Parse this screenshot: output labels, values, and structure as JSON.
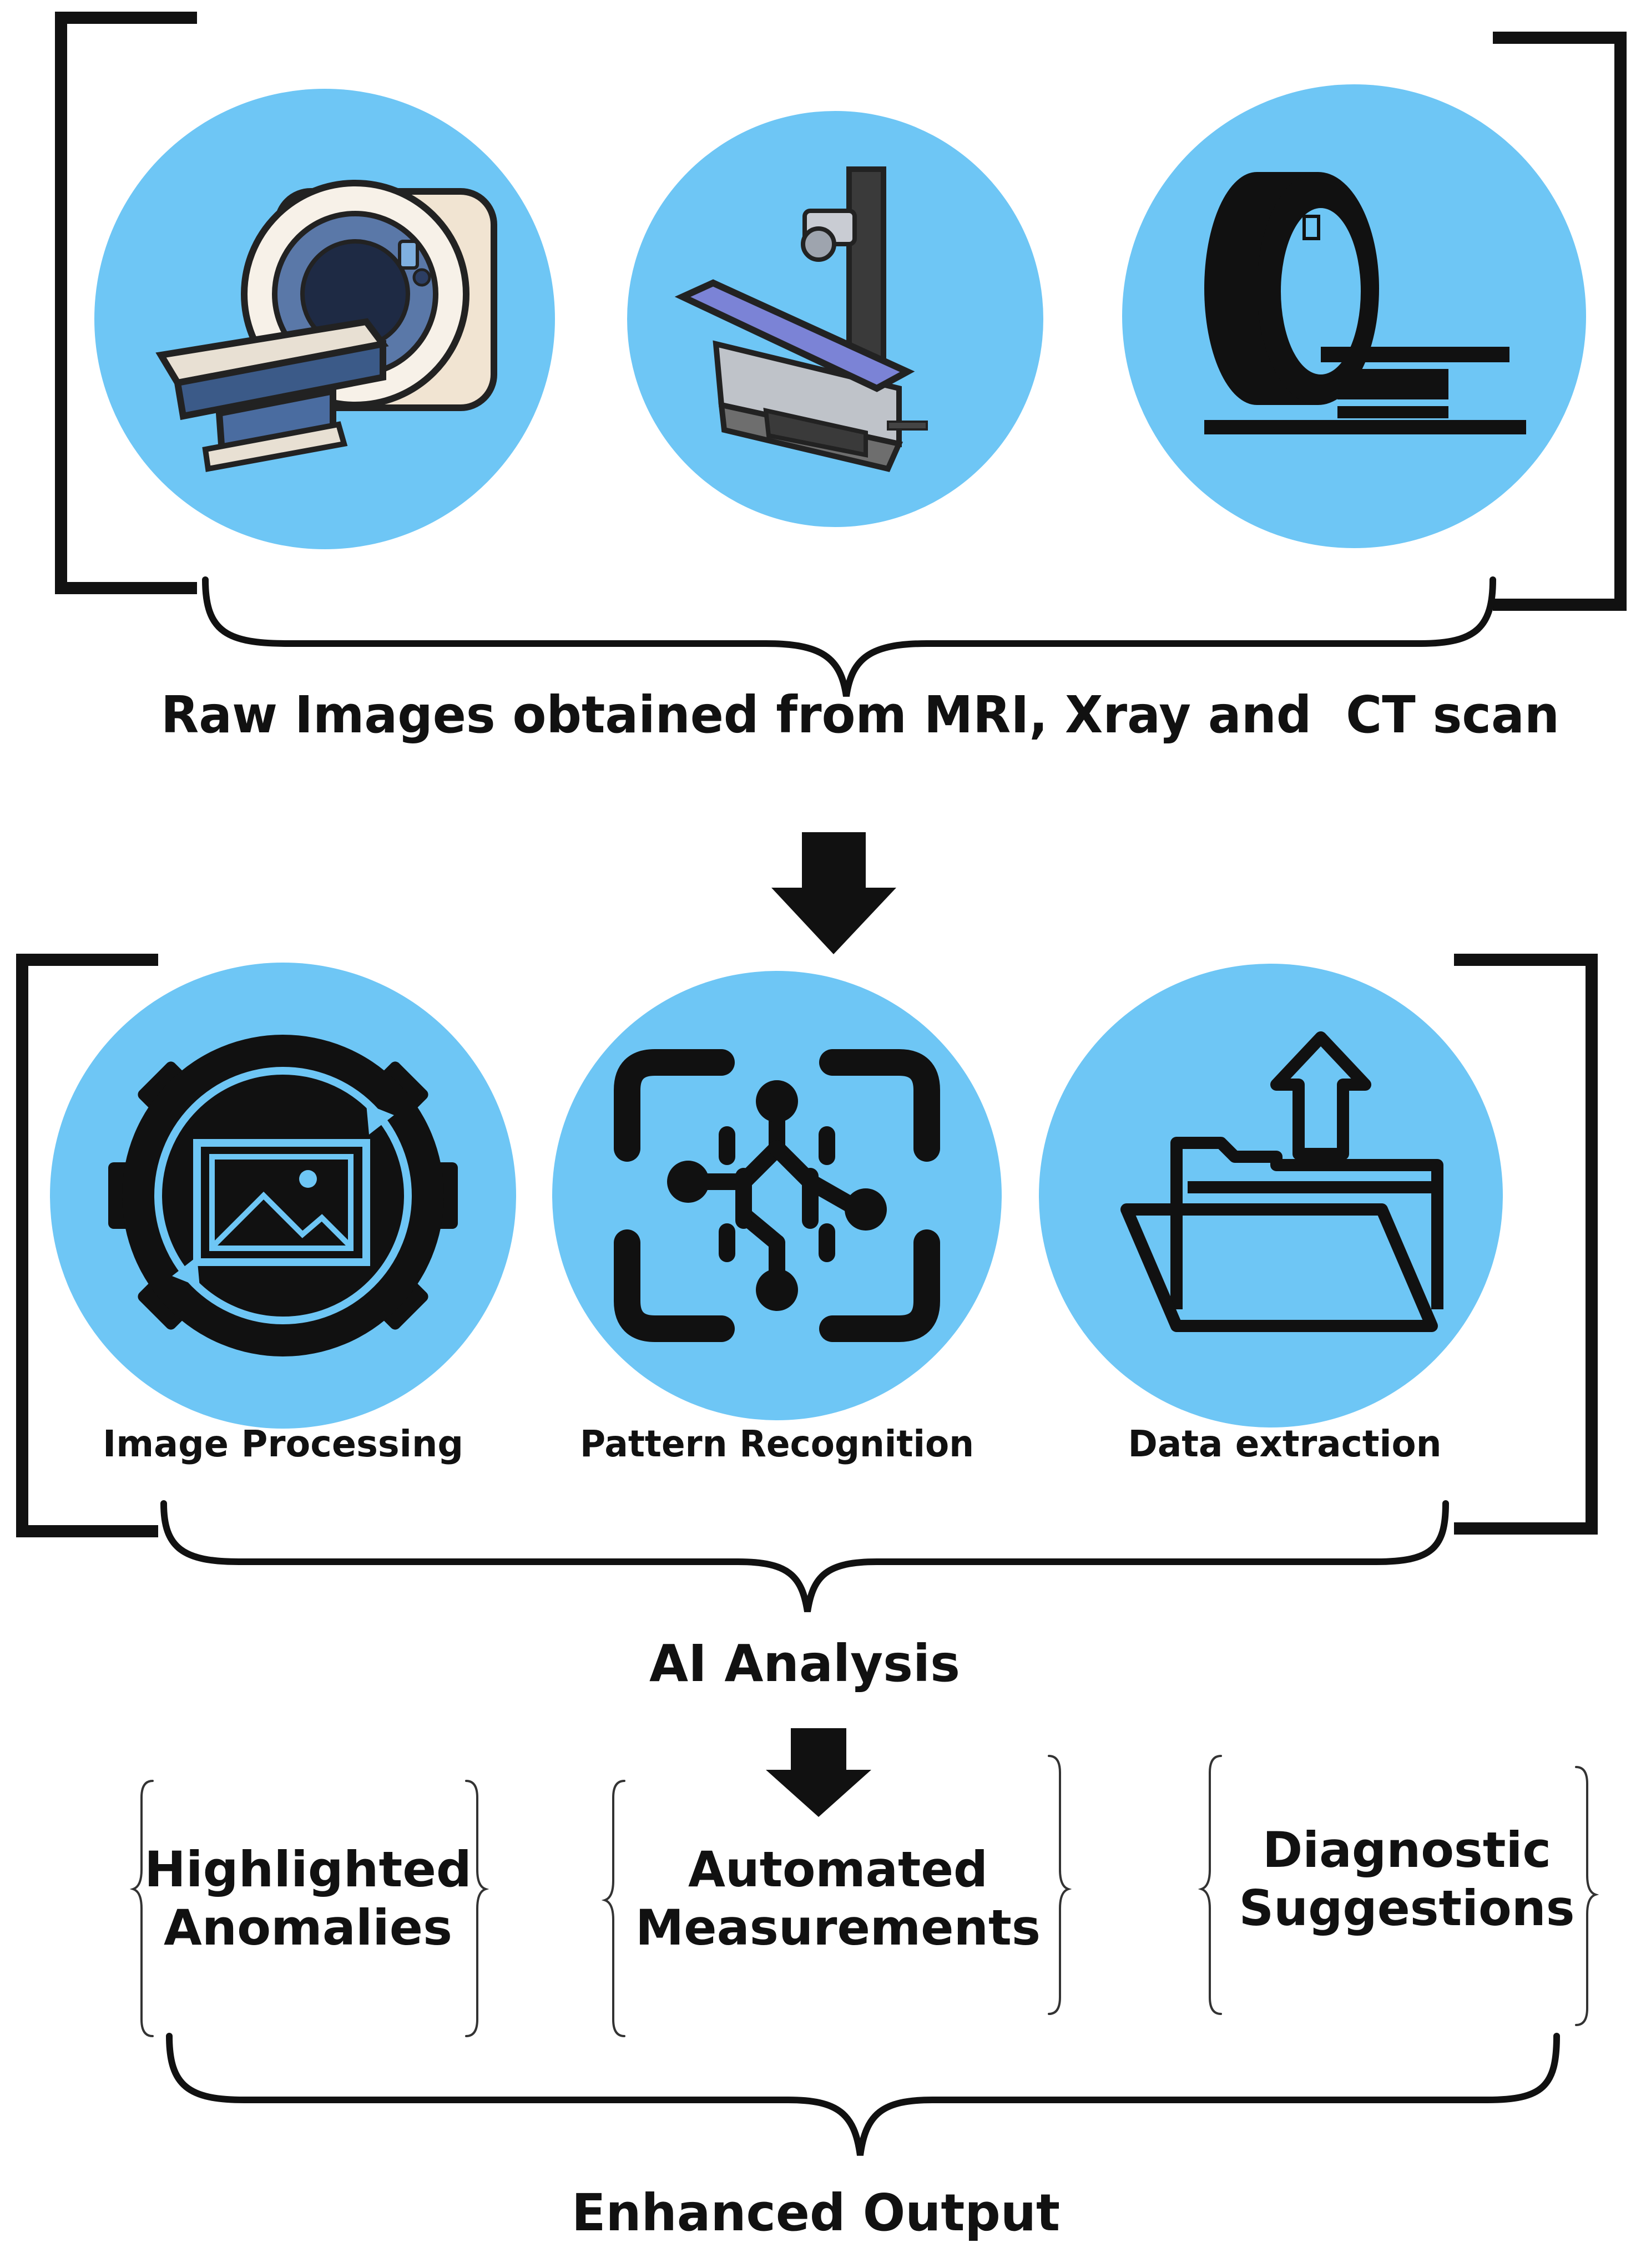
{
  "section1": {
    "caption": "Raw Images obtained from MRI, Xray and  CT scan",
    "icons": [
      "mri-scanner-icon",
      "xray-machine-icon",
      "ct-scanner-icon"
    ]
  },
  "section2": {
    "caption": "AI Analysis",
    "items": [
      {
        "label": "Image Processing",
        "icon": "image-processing-gear-icon"
      },
      {
        "label": "Pattern Recognition",
        "icon": "pattern-recognition-icon"
      },
      {
        "label": "Data extraction",
        "icon": "folder-upload-icon"
      }
    ]
  },
  "section3": {
    "caption": "Enhanced Output",
    "items": [
      {
        "line1": "Highlighted",
        "line2": "Anomalies"
      },
      {
        "line1": "Automated",
        "line2": "Measurements"
      },
      {
        "line1": "Diagnostic",
        "line2": "Suggestions"
      }
    ]
  },
  "colors": {
    "circle_fill": "#6EC6F5",
    "stroke": "#111111",
    "xray_table": "#7B83D6",
    "mri_body": "#F1E4D2"
  }
}
